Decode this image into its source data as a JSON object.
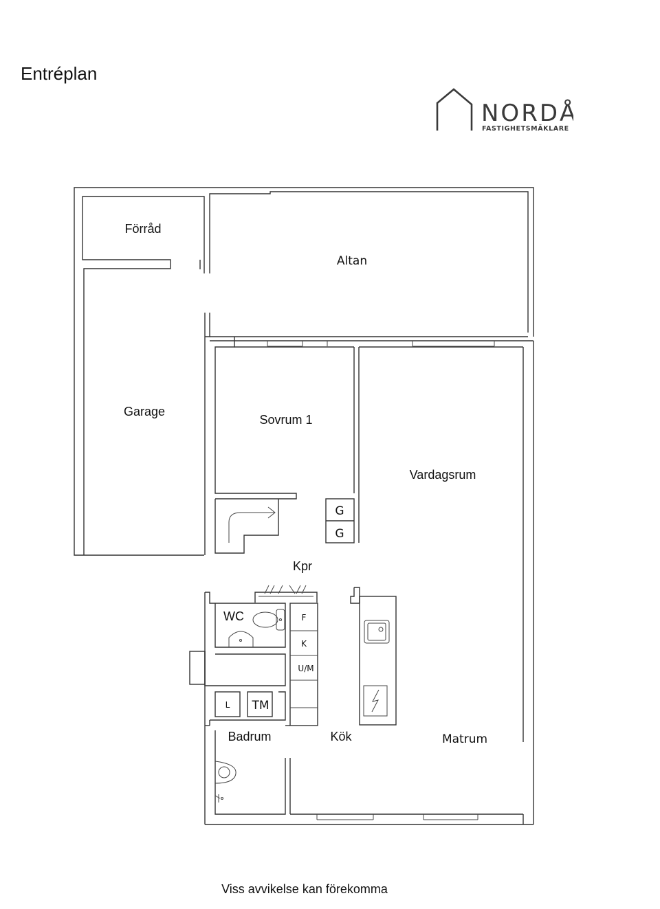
{
  "title": "Entréplan",
  "footer": "Viss avvikelse kan förekomma",
  "logo": {
    "name": "NORDÅ",
    "tagline": "FASTIGHETSMÄKLARE",
    "icon": "house-outline-icon"
  },
  "rooms": {
    "forrad": "Förråd",
    "altan": "Altan",
    "garage": "Garage",
    "sovrum": "Sovrum 1",
    "vardagsrum": "Vardagsrum",
    "kpr": "Kpr",
    "wc": "WC",
    "badrum": "Badrum",
    "kok": "Kök",
    "matrum": "Matrum"
  },
  "fixtures": {
    "g1": "G",
    "g2": "G",
    "f": "F",
    "k": "K",
    "um": "U/M",
    "l": "L",
    "tm": "TM"
  },
  "colors": {
    "wall": "#333333",
    "background": "#ffffff"
  }
}
